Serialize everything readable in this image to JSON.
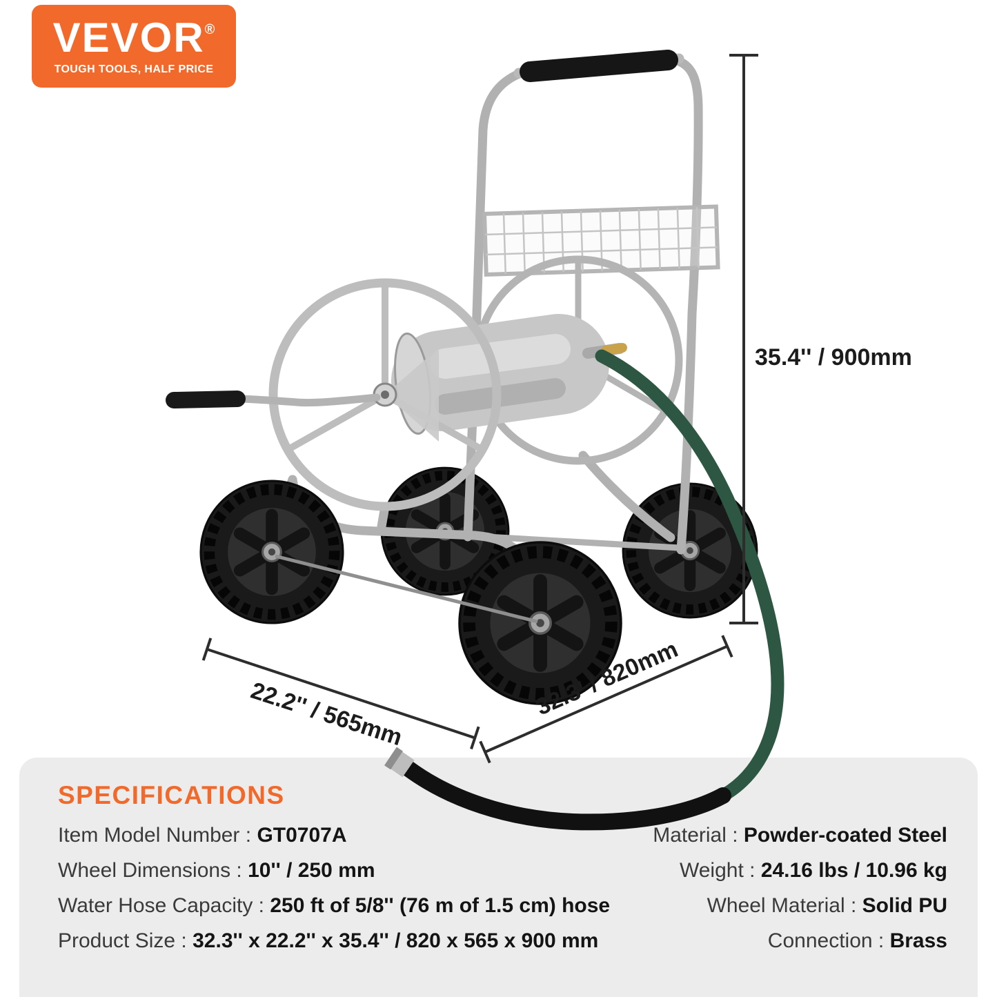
{
  "brand": {
    "name": "VEVOR",
    "registered": "®",
    "tagline": "TOUGH TOOLS, HALF PRICE",
    "color": "#F26A2B"
  },
  "dimensions": {
    "height": "35.4'' / 900mm",
    "width": "22.2'' / 565mm",
    "depth": "32.3' / 820mm"
  },
  "specifications": {
    "title": "SPECIFICATIONS",
    "separator": " : ",
    "left": [
      {
        "label": "Item Model Number",
        "value": "GT0707A"
      },
      {
        "label": "Wheel Dimensions",
        "value": "10'' / 250 mm"
      },
      {
        "label": "Water Hose Capacity",
        "value": "250 ft of 5/8'' (76 m of 1.5 cm) hose"
      },
      {
        "label": "Product Size",
        "value": "32.3'' x 22.2'' x 35.4'' / 820 x 565 x 900 mm"
      }
    ],
    "right": [
      {
        "label": "Material",
        "value": "Powder-coated Steel"
      },
      {
        "label": "Weight",
        "value": "24.16 lbs / 10.96 kg"
      },
      {
        "label": "Wheel Material",
        "value": "Solid PU"
      },
      {
        "label": "Connection",
        "value": "Brass"
      }
    ]
  }
}
